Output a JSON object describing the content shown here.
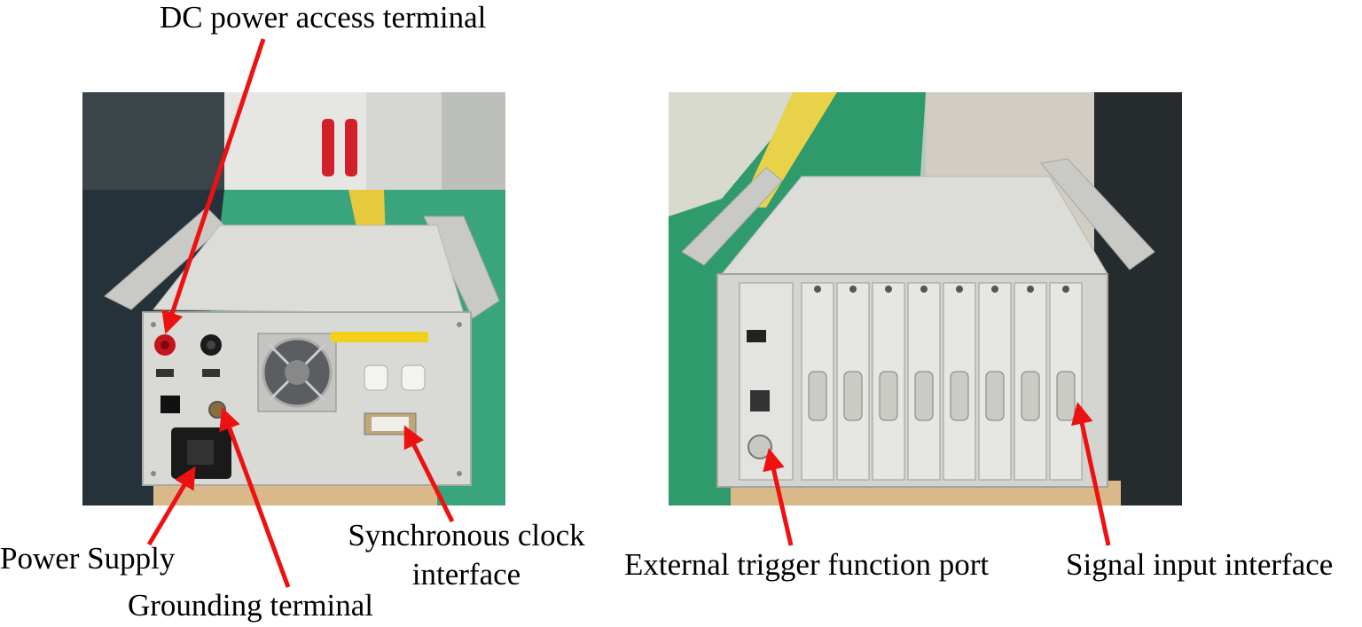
{
  "labels": {
    "dc_power": "DC power access terminal",
    "power_supply": "Power Supply",
    "grounding": "Grounding terminal",
    "sync_clock_line1": "Synchronous clock",
    "sync_clock_line2": "interface",
    "ext_trigger": "External trigger function port",
    "signal_input": "Signal input interface"
  },
  "colors": {
    "arrow": "#ee1111",
    "device_panel": "#d9dad6",
    "floor": "#2f8f6a"
  }
}
